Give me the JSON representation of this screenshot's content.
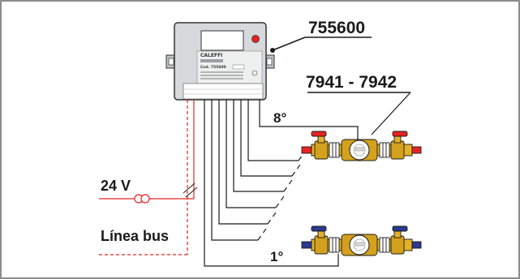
{
  "labels": {
    "device_code": "755600",
    "meter_codes": "7941 - 7942",
    "voltage": "24 V",
    "bus_line": "Línea bus",
    "first": "1°",
    "eighth": "8°"
  },
  "device": {
    "brand": "CALEFFI",
    "code_text": "Cod. 755600"
  },
  "colors": {
    "frame": "#555555",
    "wire": "#1a1a1a",
    "power_line": "#e52421",
    "hot_pipe": "#e52421",
    "cold_pipe": "#2b3a8f",
    "brass": "#e3b12a",
    "device_body": "#d7dadc",
    "brand_green": "#2e7d32"
  }
}
